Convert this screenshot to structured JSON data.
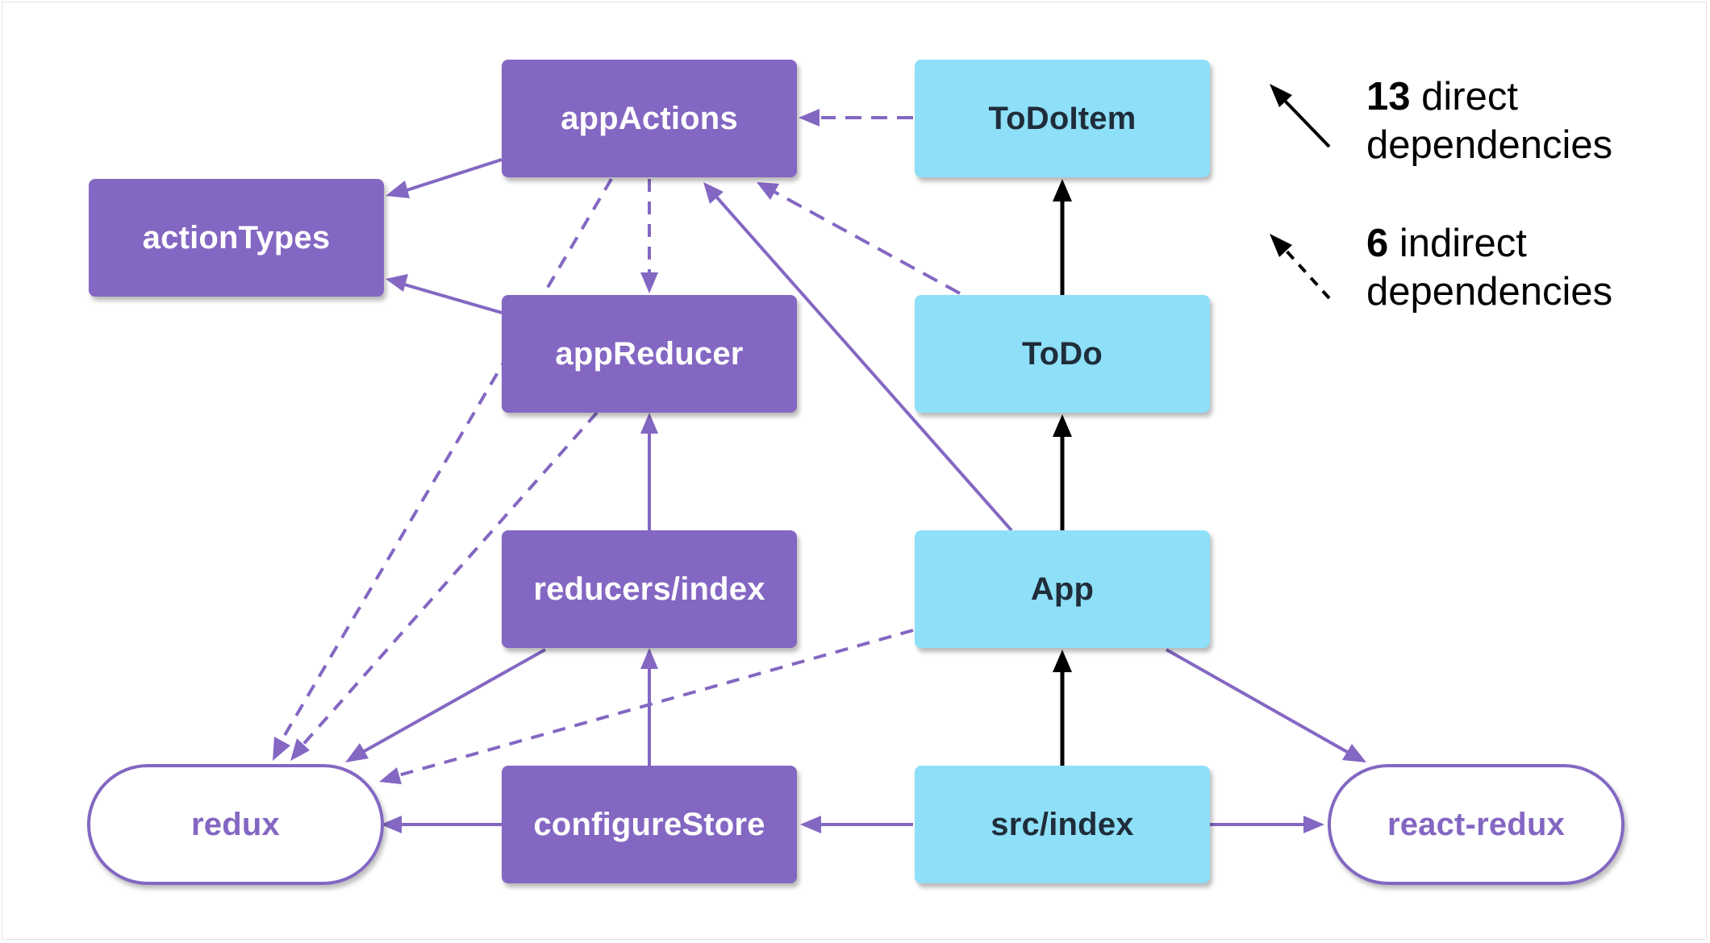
{
  "nodes": {
    "appActions": "appActions",
    "actionTypes": "actionTypes",
    "appReducer": "appReducer",
    "reducersIndex": "reducers/index",
    "redux": "redux",
    "configureStore": "configureStore",
    "todoItem": "ToDoItem",
    "todo": "ToDo",
    "app": "App",
    "srcIndex": "src/index",
    "reactRedux": "react-redux"
  },
  "legend": {
    "direct": {
      "count": "13",
      "line1": " direct",
      "line2": "dependencies"
    },
    "indirect": {
      "count": "6",
      "line1": " indirect",
      "line2": "dependencies"
    }
  },
  "edges": [
    {
      "from": "appActions",
      "to": "actionTypes",
      "style": "direct"
    },
    {
      "from": "appReducer",
      "to": "actionTypes",
      "style": "direct"
    },
    {
      "from": "appActions",
      "to": "appReducer",
      "style": "indirect"
    },
    {
      "from": "appActions",
      "to": "redux",
      "style": "indirect"
    },
    {
      "from": "appReducer",
      "to": "redux",
      "style": "indirect"
    },
    {
      "from": "reducersIndex",
      "to": "appReducer",
      "style": "direct"
    },
    {
      "from": "reducersIndex",
      "to": "redux",
      "style": "direct"
    },
    {
      "from": "configureStore",
      "to": "reducersIndex",
      "style": "direct"
    },
    {
      "from": "configureStore",
      "to": "redux",
      "style": "direct"
    },
    {
      "from": "todoItem",
      "to": "appActions",
      "style": "indirect"
    },
    {
      "from": "todo",
      "to": "appActions",
      "style": "indirect"
    },
    {
      "from": "app",
      "to": "appActions",
      "style": "direct"
    },
    {
      "from": "app",
      "to": "redux",
      "style": "indirect"
    },
    {
      "from": "todo",
      "to": "todoItem",
      "style": "direct"
    },
    {
      "from": "app",
      "to": "todo",
      "style": "direct"
    },
    {
      "from": "srcIndex",
      "to": "app",
      "style": "direct"
    },
    {
      "from": "srcIndex",
      "to": "configureStore",
      "style": "direct"
    },
    {
      "from": "srcIndex",
      "to": "reactRedux",
      "style": "direct"
    },
    {
      "from": "app",
      "to": "reactRedux",
      "style": "direct"
    }
  ],
  "colors": {
    "purple": "#8467c2",
    "cyan": "#8edff8",
    "dark_text": "#1f2d3a",
    "edge_purple": "#8467c2",
    "edge_black": "#000000"
  }
}
